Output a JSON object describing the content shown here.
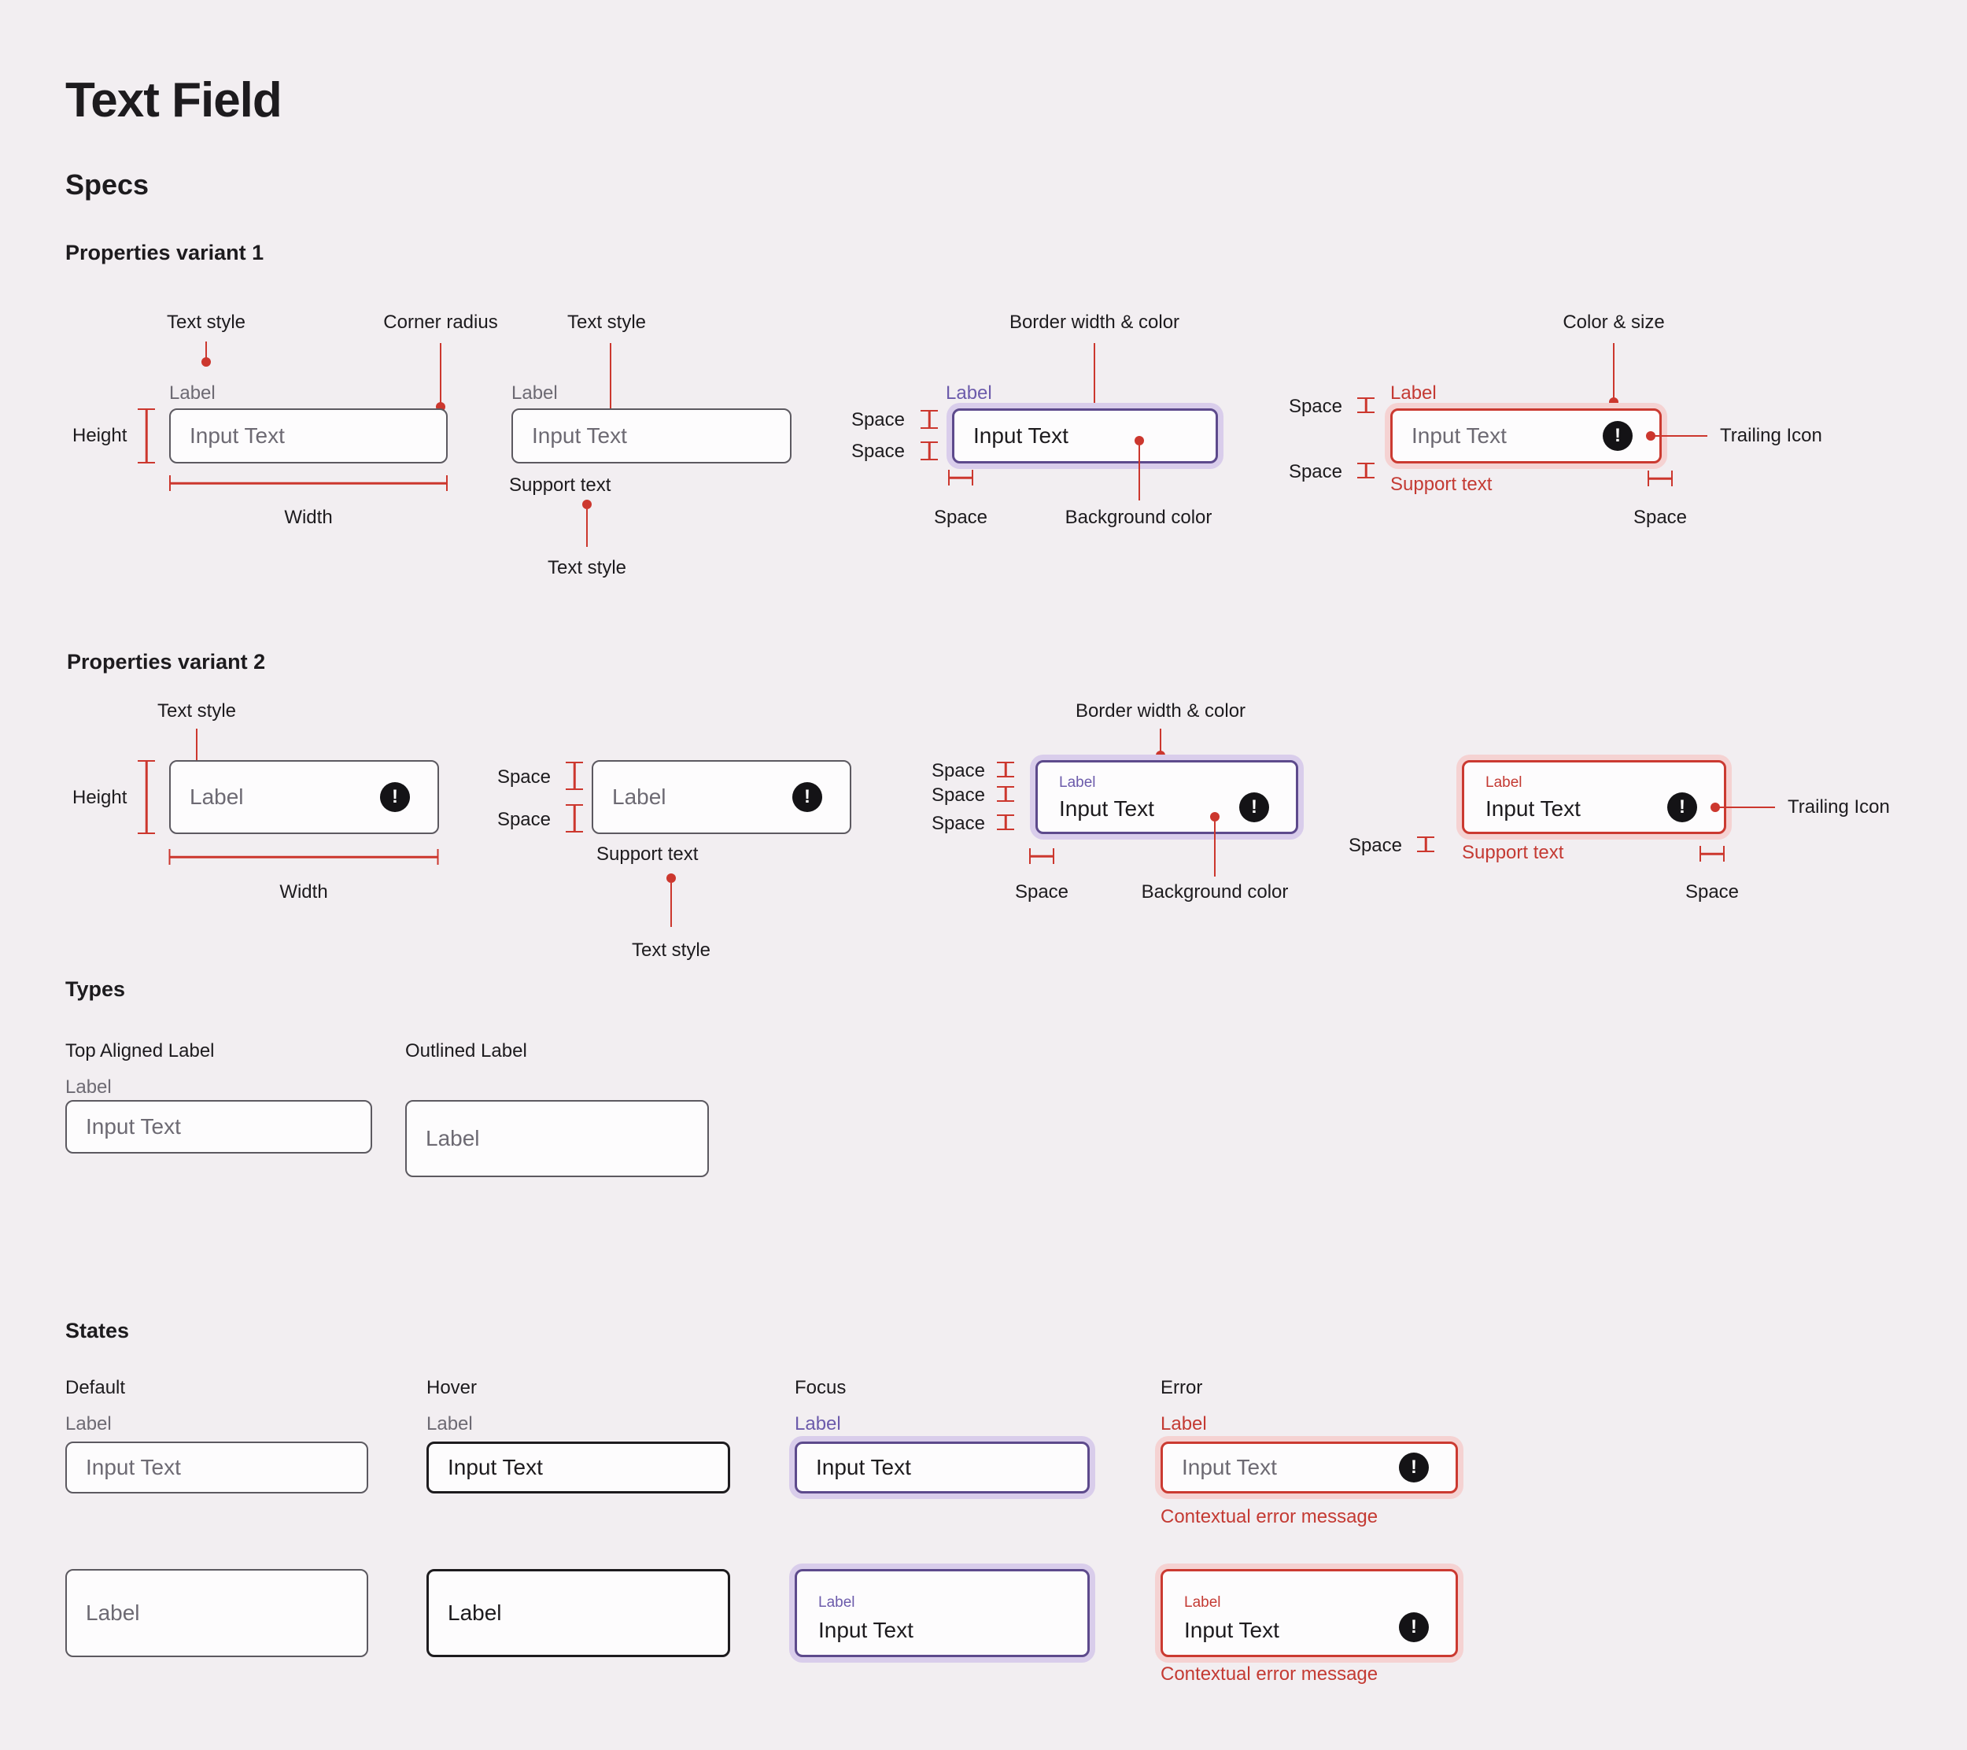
{
  "title": "Text Field",
  "headings": {
    "specs": "Specs",
    "variant1": "Properties variant 1",
    "variant2": "Properties variant 2",
    "types": "Types",
    "states": "States"
  },
  "annotations": {
    "text_style": "Text style",
    "corner_radius": "Corner radius",
    "border_width_color": "Border width & color",
    "color_size": "Color & size",
    "height": "Height",
    "width": "Width",
    "space": "Space",
    "background_color": "Background color",
    "trailing_icon": "Trailing Icon"
  },
  "field": {
    "label": "Label",
    "placeholder": "Input Text",
    "support_text": "Support text",
    "error_icon": "!"
  },
  "types": {
    "top_aligned": "Top Aligned Label",
    "outlined": "Outlined Label"
  },
  "states": {
    "default": "Default",
    "hover": "Hover",
    "focus": "Focus",
    "error": "Error",
    "error_message": "Contextual error message"
  },
  "colors": {
    "background": "#f2eef1",
    "ink": "#1d1b1e",
    "gray_text": "#6d6a73",
    "field_background": "#fdfcfd",
    "border_default": "#5c5960",
    "border_hover": "#1d1b1e",
    "purple": "#5d4a8c",
    "purple_text": "#6c5bab",
    "purple_halo": "#d9cdeb",
    "red": "#cb3a31",
    "red_text": "#c43a33",
    "red_halo": "#f5d2d2",
    "annotation_red": "#cc372e",
    "icon_background": "#141316"
  }
}
